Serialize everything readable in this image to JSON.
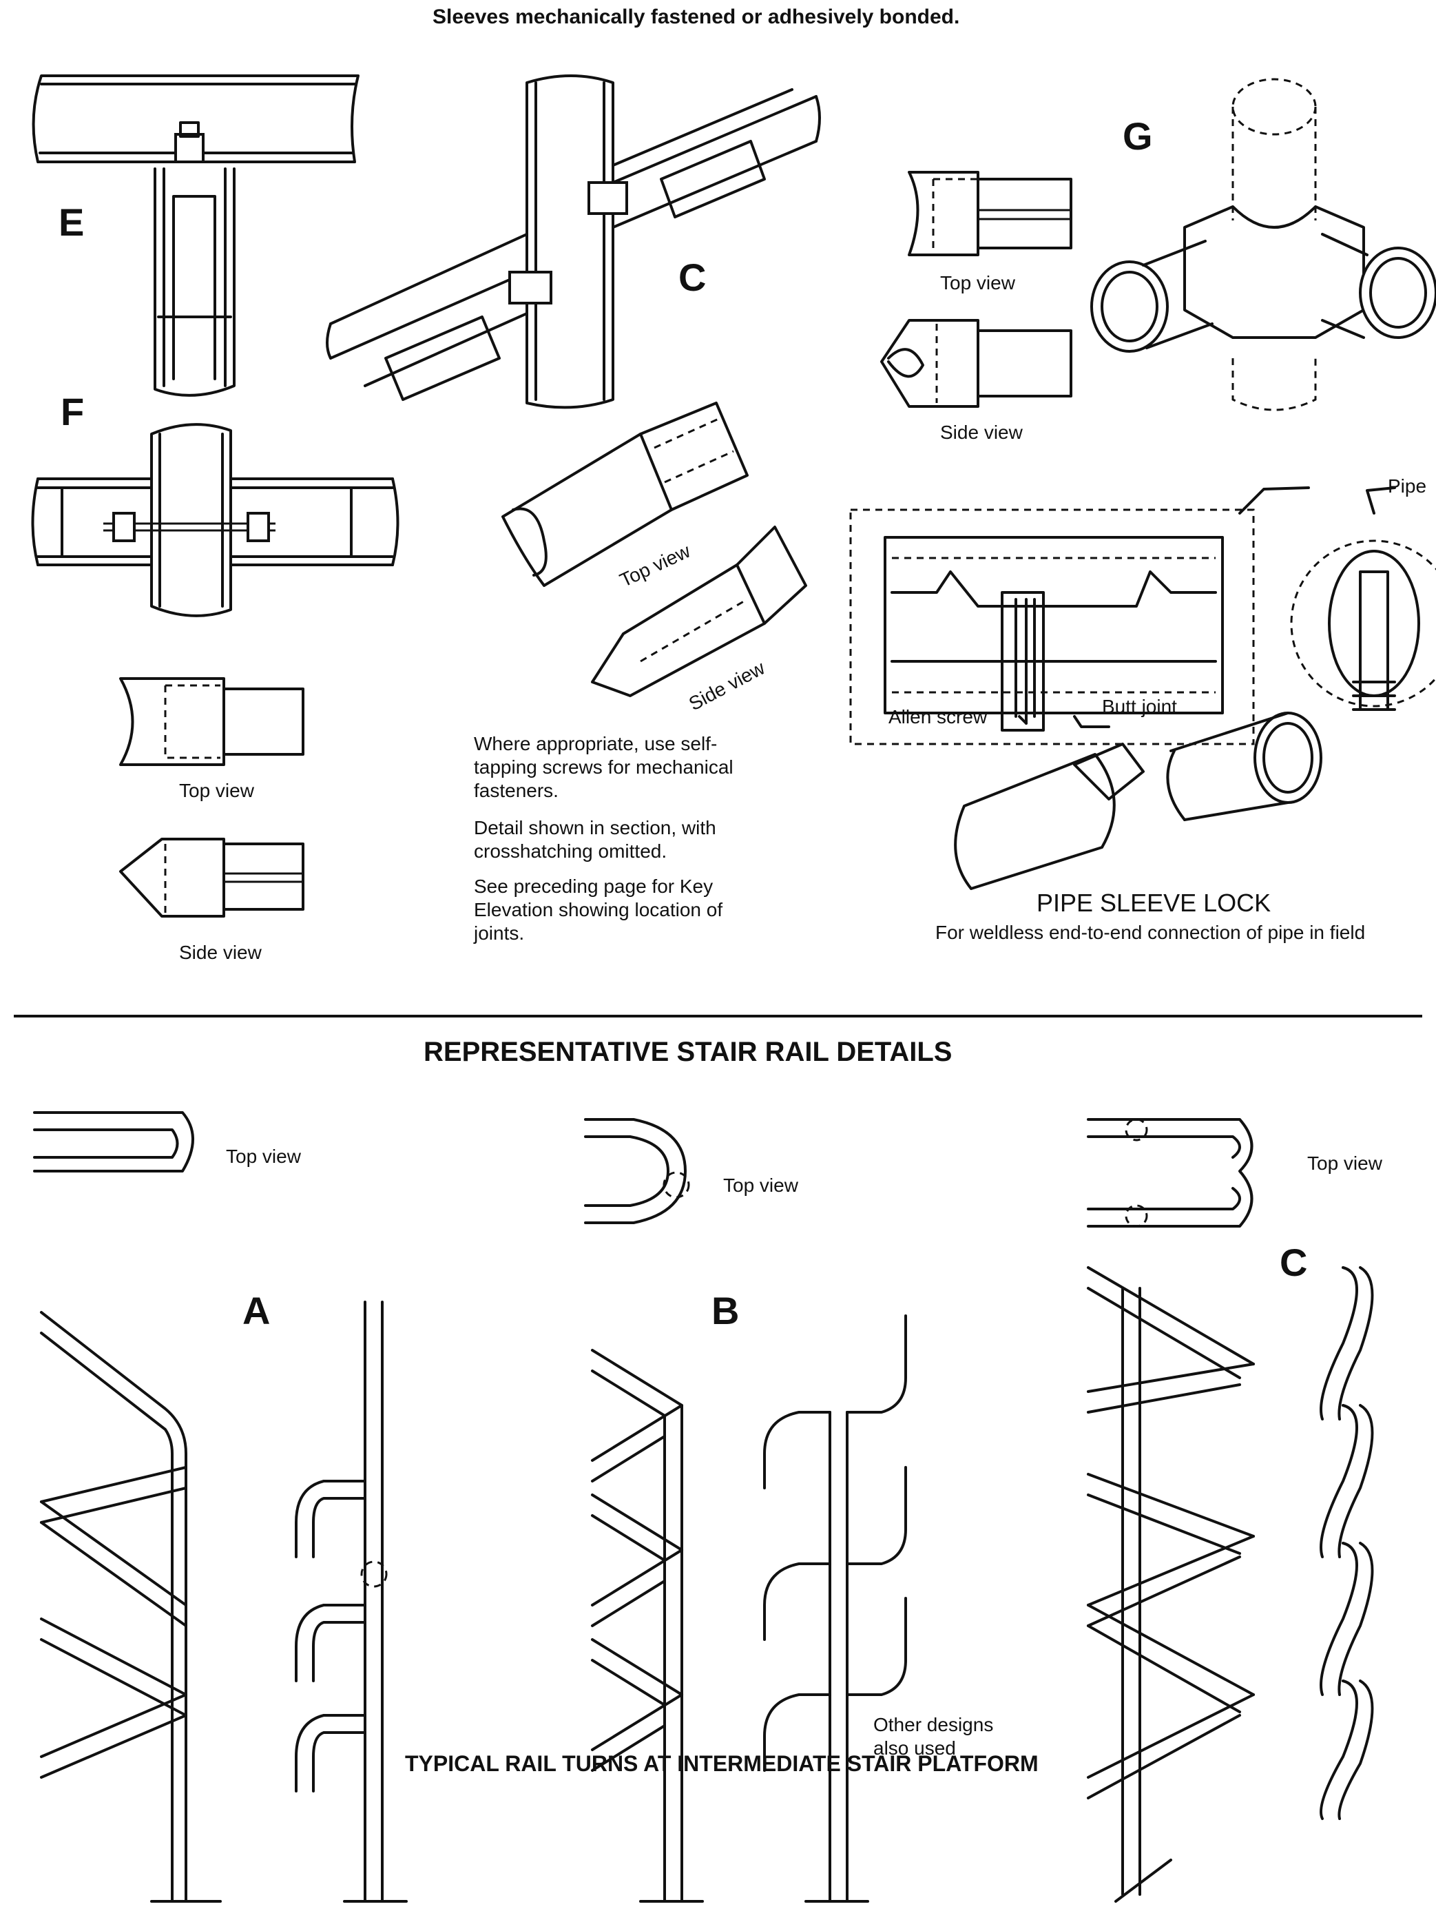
{
  "header": {
    "title": "Sleeves mechanically fastened or adhesively bonded."
  },
  "upper_details": {
    "labels": {
      "E": "E",
      "F": "F",
      "C": "C",
      "G": "G"
    },
    "views": {
      "top": "Top view",
      "side": "Side view"
    },
    "notes": [
      "Where appropriate, use self-tapping screws for mechanical fasteners.",
      "Detail shown in section, with crosshatching omitted.",
      "See preceding page for Key Elevation showing location of joints."
    ],
    "pipe_sleeve_lock": {
      "title": "PIPE SLEEVE LOCK",
      "subtitle": "For weldless end-to-end connection of pipe in field",
      "callouts": {
        "pipe": "Pipe",
        "allen_screw": "Allen screw",
        "butt_joint": "Butt joint"
      }
    }
  },
  "stair_section": {
    "title": "REPRESENTATIVE STAIR RAIL DETAILS",
    "labels": {
      "A": "A",
      "B": "B",
      "C": "C"
    },
    "top_view": "Top view",
    "other_designs": "Other designs also used",
    "caption": "TYPICAL RAIL TURNS AT INTERMEDIATE STAIR PLATFORM"
  }
}
